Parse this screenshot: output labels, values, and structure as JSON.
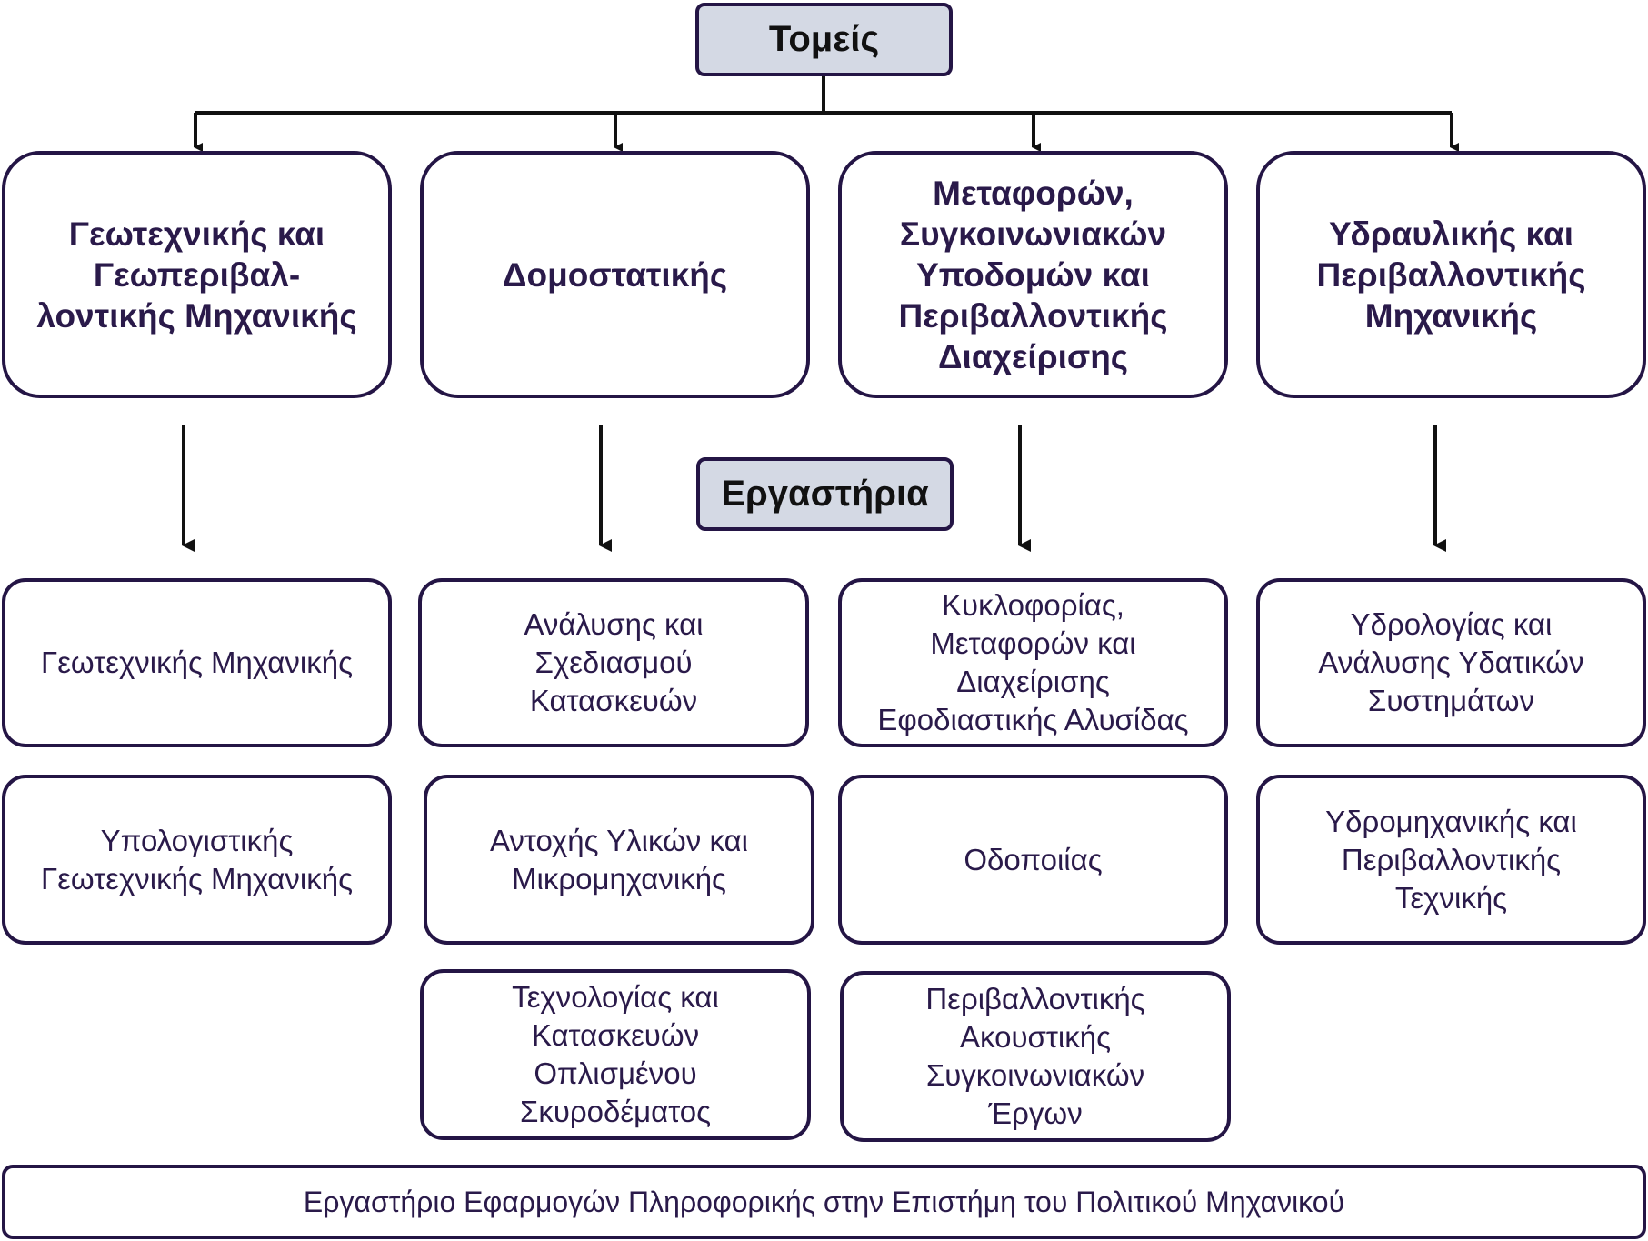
{
  "sectors_title": "Τομείς",
  "labs_title": "Εργαστήρια",
  "departments": [
    {
      "lines": [
        "Γεωτεχνικής και",
        "Γεωπεριβαλ-",
        "λοντικής Μηχανικής"
      ],
      "labs": [
        {
          "lines": [
            "Γεωτεχνικής Μηχανικής"
          ]
        },
        {
          "lines": [
            "Υπολογιστικής",
            "Γεωτεχνικής Μηχανικής"
          ]
        }
      ]
    },
    {
      "lines": [
        "Δομοστατικής"
      ],
      "labs": [
        {
          "lines": [
            "Ανάλυσης και",
            "Σχεδιασμού",
            "Κατασκευών"
          ]
        },
        {
          "lines": [
            "Αντοχής Υλικών και",
            "Μικρομηχανικής"
          ]
        },
        {
          "lines": [
            "Τεχνολογίας και",
            "Κατασκευών",
            "Οπλισμένου",
            "Σκυροδέματος"
          ]
        }
      ]
    },
    {
      "lines": [
        "Μεταφορών,",
        "Συγκοινωνιακών",
        "Υποδομών και",
        "Περιβαλλοντικής",
        "Διαχείρισης"
      ],
      "labs": [
        {
          "lines": [
            "Κυκλοφορίας,",
            "Μεταφορών και",
            "Διαχείρισης",
            "Εφοδιαστικής Αλυσίδας"
          ]
        },
        {
          "lines": [
            "Οδοποιίας"
          ]
        },
        {
          "lines": [
            "Περιβαλλοντικής",
            "Ακουστικής",
            "Συγκοινωνιακών",
            "Έργων"
          ]
        }
      ]
    },
    {
      "lines": [
        "Υδραυλικής και",
        "Περιβαλλοντικής",
        "Μηχανικής"
      ],
      "labs": [
        {
          "lines": [
            "Υδρολογίας και",
            "Ανάλυσης Υδατικών",
            "Συστημάτων"
          ]
        },
        {
          "lines": [
            "Υδρομηχανικής και",
            "Περιβαλλοντικής",
            "Τεχνικής"
          ]
        }
      ]
    }
  ],
  "shared_lab": "Εργαστήριο Εφαρμογών Πληροφορικής στην Επιστήμη του Πολιτικού Μηχανικού",
  "colors": {
    "border": "#241545",
    "header_fill": "#d4d9e4",
    "text": "#2a1a4a",
    "line": "#111111"
  }
}
